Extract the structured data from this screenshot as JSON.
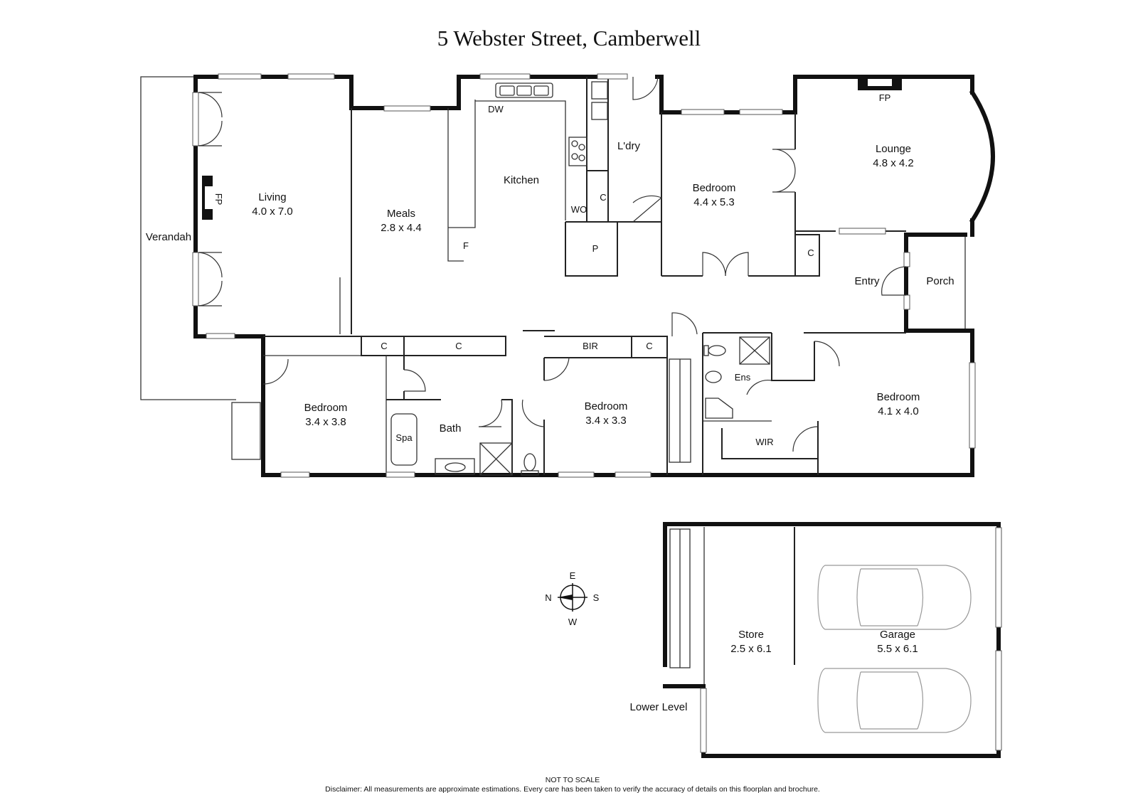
{
  "title": "5 Webster Street, Camberwell",
  "rooms": {
    "verandah": "Verandah",
    "living": {
      "name": "Living",
      "size": "4.0 x 7.0"
    },
    "meals": {
      "name": "Meals",
      "size": "2.8 x 4.4"
    },
    "kitchen": "Kitchen",
    "laundry": "L'dry",
    "bedroom_upper": {
      "name": "Bedroom",
      "size": "4.4 x 5.3"
    },
    "lounge": {
      "name": "Lounge",
      "size": "4.8 x 4.2"
    },
    "entry": "Entry",
    "porch": "Porch",
    "bedroom_1": {
      "name": "Bedroom",
      "size": "3.4 x 3.8"
    },
    "bath": "Bath",
    "bedroom_2": {
      "name": "Bedroom",
      "size": "3.4 x 3.3"
    },
    "ensuite": "Ens",
    "wir": "WIR",
    "bedroom_main": {
      "name": "Bedroom",
      "size": "4.1 x 4.0"
    },
    "store": {
      "name": "Store",
      "size": "2.5 x 6.1"
    },
    "garage": {
      "name": "Garage",
      "size": "5.5 x 6.1"
    },
    "lower_level": "Lower Level"
  },
  "fixtures": {
    "fp": "FP",
    "dw": "DW",
    "wo": "WO",
    "c": "C",
    "p": "P",
    "f": "F",
    "bir": "BIR",
    "spa": "Spa"
  },
  "compass": {
    "e": "E",
    "w": "W",
    "n": "N",
    "s": "S"
  },
  "footer": {
    "scale": "NOT TO SCALE",
    "disclaimer": "Disclaimer: All measurements are approximate estimations. Every care has been taken to verify the accuracy of details on this floorplan and brochure."
  }
}
